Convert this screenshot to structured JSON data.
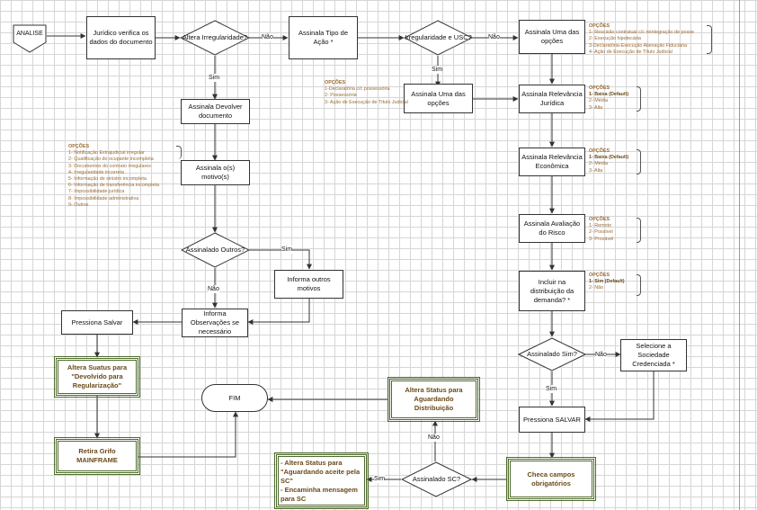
{
  "nodes": {
    "analise": "ANALISE",
    "juridico_verifica": "Jurídico verifica os dados do documento",
    "altera_irregularidade": "Altera Irregularidade?",
    "assinala_tipo_acao": "Assinala Tipo de Ação *",
    "irregularidade_usc": "Irregularidade e USC?",
    "assinala_uma_opcoes_1": "Assinala Uma das opções",
    "assinala_uma_opcoes_2": "Assinala Uma das opções",
    "assinala_devolver": "Assinala Devolver documento",
    "assinala_motivos": "Assinala o(s) motivo(s)",
    "assinalado_outros": "Assinalado Outros?",
    "informa_outros": "Informa outros motivos",
    "informa_observacoes": "Informa Observações se necessário",
    "pressiona_salvar": "Pressiona Salvar",
    "altera_status_devolvido": "Altera Suatus para \"Devolvido para Regularização\"",
    "retira_grifo": "Retira Grifo MAINFRAME",
    "fim": "FIM",
    "relevancia_juridica": "Assinala Relevância Jurídica",
    "relevancia_economica": "Assinala Relevância Econômica",
    "avaliacao_risco": "Assinala Avaliação do Risco",
    "incluir_distribuicao": "Incluir na distribuição da demanda? *",
    "assinalado_sim": "Assinalado Sim?",
    "selecione_sociedade": "Selecione a Sociedade Credenciada *",
    "pressiona_salvar_upper": "Pressiona SALVAR",
    "checa_campos": "Checa campos obrigatórios",
    "assinalado_sc": "Assinalado SC?",
    "altera_status_aguardando_dist": "Altera Status para Aguardando Distribuição",
    "altera_status_aceite": "- Altera Status para \"Aguardando aceite pela SC\"\n- Encaminha mensagem para SC"
  },
  "edge_labels": {
    "nao_1": "Não",
    "nao_2": "Não",
    "sim_1": "Sim",
    "sim_2": "Sim",
    "sim_3": "Sim",
    "nao_3": "Não",
    "nao_4": "Não",
    "sim_4": "Sim",
    "nao_5": "Não",
    "sim_5": "Sim"
  },
  "options": {
    "reintegracao": {
      "heading": "OPÇÕES",
      "items": [
        "1- Rescisão contratual c/c reintegração de posse",
        "2- Execução hipotecária",
        "3-Declaratória-Execução Alienação Fiduciária",
        "4- Ação de Execução de Título Judicial"
      ]
    },
    "declaratoria": {
      "heading": "OPÇÕES",
      "items": [
        "1-Declaratória c/c possessória",
        "2- Possessória",
        "3- Ação de Execução de Título Judicial"
      ]
    },
    "juridica": {
      "heading": "OPÇÕES",
      "items": [
        "1- Baixa (Default)",
        "2- Média",
        "3- Alta"
      ]
    },
    "economica": {
      "heading": "OPÇÕES",
      "items": [
        "1- Baixa (Default)",
        "2- Média",
        "3- Alta"
      ]
    },
    "risco": {
      "heading": "OPÇÕES",
      "items": [
        "1- Remoto",
        "2- Possível",
        "3- Provável"
      ]
    },
    "distribuicao": {
      "heading": "OPÇÕES",
      "items": [
        "1- Sim (Default)",
        "2- Não"
      ]
    },
    "motivos": {
      "heading": "OPÇÕES",
      "items": [
        "1- Notificação Extrajudicial irregular",
        "2- Qualificação do ocupante incompleta",
        "3- Documentos do contrato irregulares",
        "4- Irregularidade incorreta",
        "5- Informação de sinistro incompleta",
        "6- Informação de transferência incompleta",
        "7- Impossibilidade jurídica",
        "8- Impossibilidade administrativa",
        "9- Outros"
      ]
    }
  }
}
